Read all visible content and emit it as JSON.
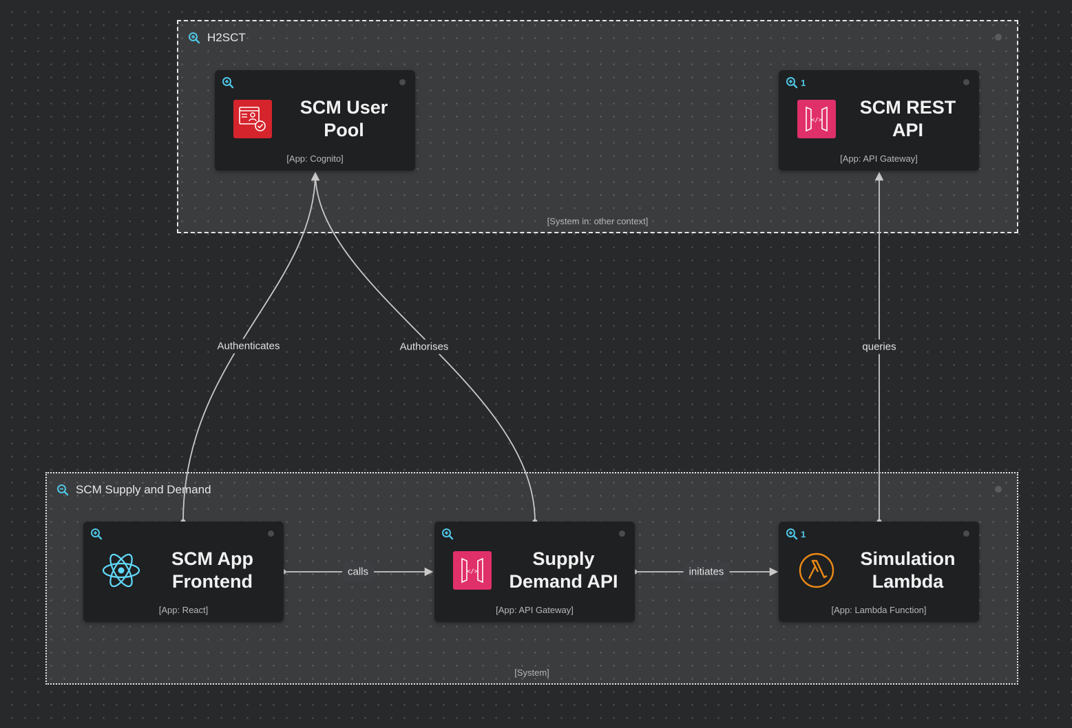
{
  "groups": {
    "h2sct": {
      "title": "H2SCT",
      "footer": "[System in: other context]"
    },
    "scm": {
      "title": "SCM Supply and Demand",
      "footer": "[System]"
    }
  },
  "nodes": {
    "user_pool": {
      "title": "SCM User Pool",
      "subtitle": "[App: Cognito]",
      "badge": "",
      "icon": "cognito-icon"
    },
    "rest_api": {
      "title": "SCM REST API",
      "subtitle": "[App: API Gateway]",
      "badge": "1",
      "icon": "api-gateway-icon"
    },
    "frontend": {
      "title": "SCM App Frontend",
      "subtitle": "[App: React]",
      "badge": "",
      "icon": "react-icon"
    },
    "supply_api": {
      "title": "Supply Demand API",
      "subtitle": "[App: API Gateway]",
      "badge": "",
      "icon": "api-gateway-icon"
    },
    "lambda": {
      "title": "Simulation Lambda",
      "subtitle": "[App: Lambda Function]",
      "badge": "1",
      "icon": "lambda-icon"
    }
  },
  "edges": {
    "authenticates": "Authenticates",
    "authorises": "Authorises",
    "queries": "queries",
    "calls": "calls",
    "initiates": "initiates"
  },
  "colors": {
    "background": "#28292b",
    "node": "#1f2022",
    "accent": "#4fc7e6",
    "cognito": "#d6242d",
    "api_gateway": "#e0306a",
    "lambda": "#ed8b16",
    "react": "#61dafb"
  }
}
